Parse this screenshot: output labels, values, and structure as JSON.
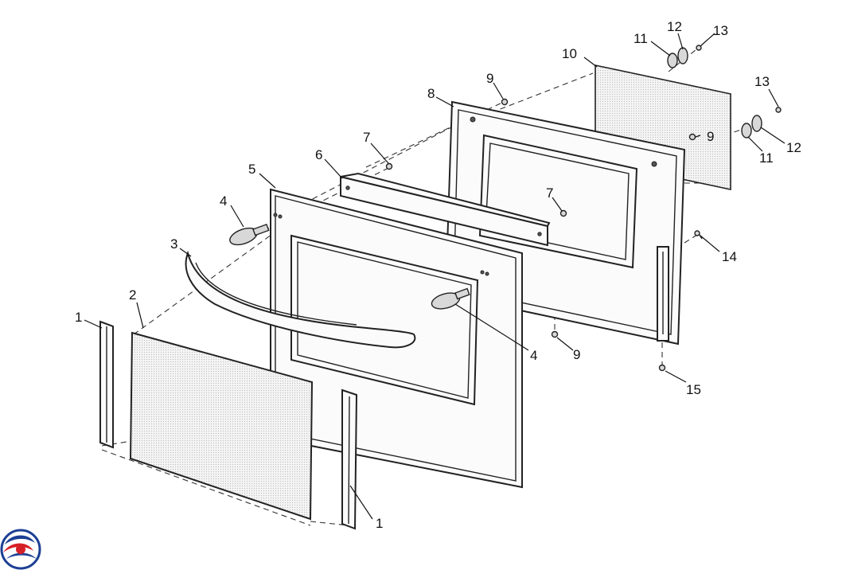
{
  "labels": {
    "p1a": "1",
    "p1b": "1",
    "p2": "2",
    "p3": "3",
    "p4a": "4",
    "p4b": "4",
    "p5": "5",
    "p6": "6",
    "p7a": "7",
    "p7b": "7",
    "p8": "8",
    "p9a": "9",
    "p9b": "9",
    "p9c": "9",
    "p10": "10",
    "p11a": "11",
    "p11b": "11",
    "p12a": "12",
    "p12b": "12",
    "p13a": "13",
    "p13b": "13",
    "p14": "14",
    "p15": "15"
  },
  "logo": {
    "icon": "brand-swirl-logo",
    "colors": [
      "#1c3f94",
      "#d62027"
    ]
  }
}
